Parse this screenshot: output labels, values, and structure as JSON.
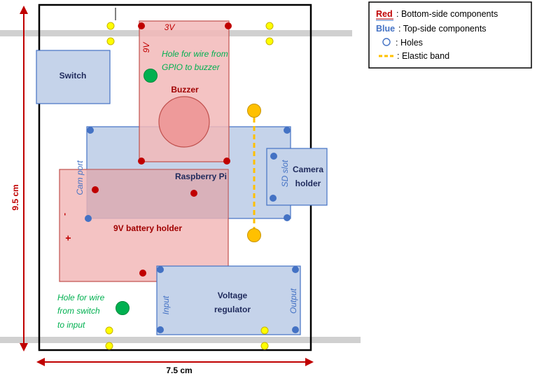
{
  "legend": {
    "red_key": "Red",
    "red_rest": ": Bottom-side components",
    "blue_key": "Blue",
    "blue_rest": ": Top-side components",
    "holes": ": Holes",
    "elastic": ": Elastic band"
  },
  "components": {
    "switch": "Switch",
    "buzzer": "Buzzer",
    "raspberry_pi": "Raspberry Pi",
    "camera_holder_line1": "Camera",
    "camera_holder_line2": "holder",
    "battery_holder": "9V battery holder",
    "voltage_regulator_line1": "Voltage",
    "voltage_regulator_line2": "regulator"
  },
  "pins": {
    "buzzer_3v": "3V",
    "buzzer_9v": "9V",
    "cam_port": "Cam port",
    "sd_slot": "SD slot",
    "battery_minus": "-",
    "battery_plus": "+",
    "reg_input": "Input",
    "reg_output": "Output"
  },
  "notes": {
    "gpio_line1": "Hole for wire from",
    "gpio_line2": "GPIO to buzzer",
    "switch_line1": "Hole for wire",
    "switch_line2": "from switch",
    "switch_line3": "to input"
  },
  "dimensions": {
    "height": "9.5 cm",
    "width": "7.5 cm"
  },
  "colors": {
    "bottom_fill": "#f2b8b8",
    "bottom_stroke": "#c0504d",
    "top_fill": "#c5d3ea",
    "top_stroke": "#4472c4",
    "hole_blue": "#4472c4",
    "hole_red": "#c00000",
    "hole_yellow": "#ffff00",
    "hole_green": "#00b050",
    "elastic_band": "#ffc000",
    "dimension_arrow": "#c00000",
    "note_green": "#00b050",
    "pin_red": "#c00000",
    "pin_blue": "#4472c4"
  }
}
